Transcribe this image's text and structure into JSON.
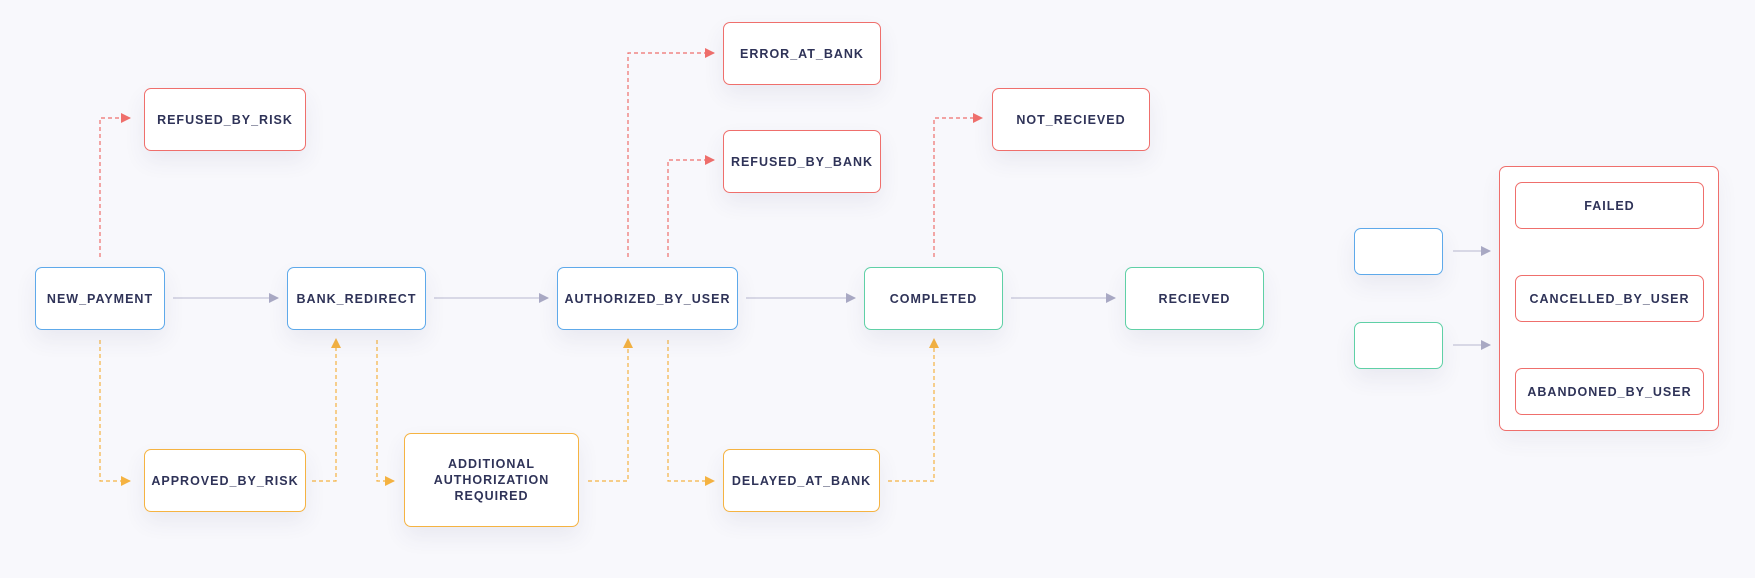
{
  "colors": {
    "blue": "#5ea9ea",
    "red": "#ef6f6c",
    "orange": "#f5b342",
    "green": "#5fd0a6",
    "gray_arrow": "#a9a9c4",
    "text": "#2f3358"
  },
  "nodes": {
    "new_payment": "NEW_PAYMENT",
    "bank_redirect": "BANK_REDIRECT",
    "authorized_by_user": "AUTHORIZED_BY_USER",
    "completed": "COMPLETED",
    "recieved": "RECIEVED",
    "refused_by_risk": "REFUSED_BY_RISK",
    "approved_by_risk": "APPROVED_BY_RISK",
    "additional_authorization": "ADDITIONAL AUTHORIZATION REQUIRED",
    "error_at_bank": "ERROR_AT_BANK",
    "refused_by_bank": "REFUSED_BY_BANK",
    "delayed_at_bank": "DELAYED_AT_BANK",
    "not_recieved": "NOT_RECIEVED"
  },
  "legend": {
    "failed": "FAILED",
    "cancelled_by_user": "CANCELLED_BY_USER",
    "abandoned_by_user": "ABANDONED_BY_USER"
  }
}
